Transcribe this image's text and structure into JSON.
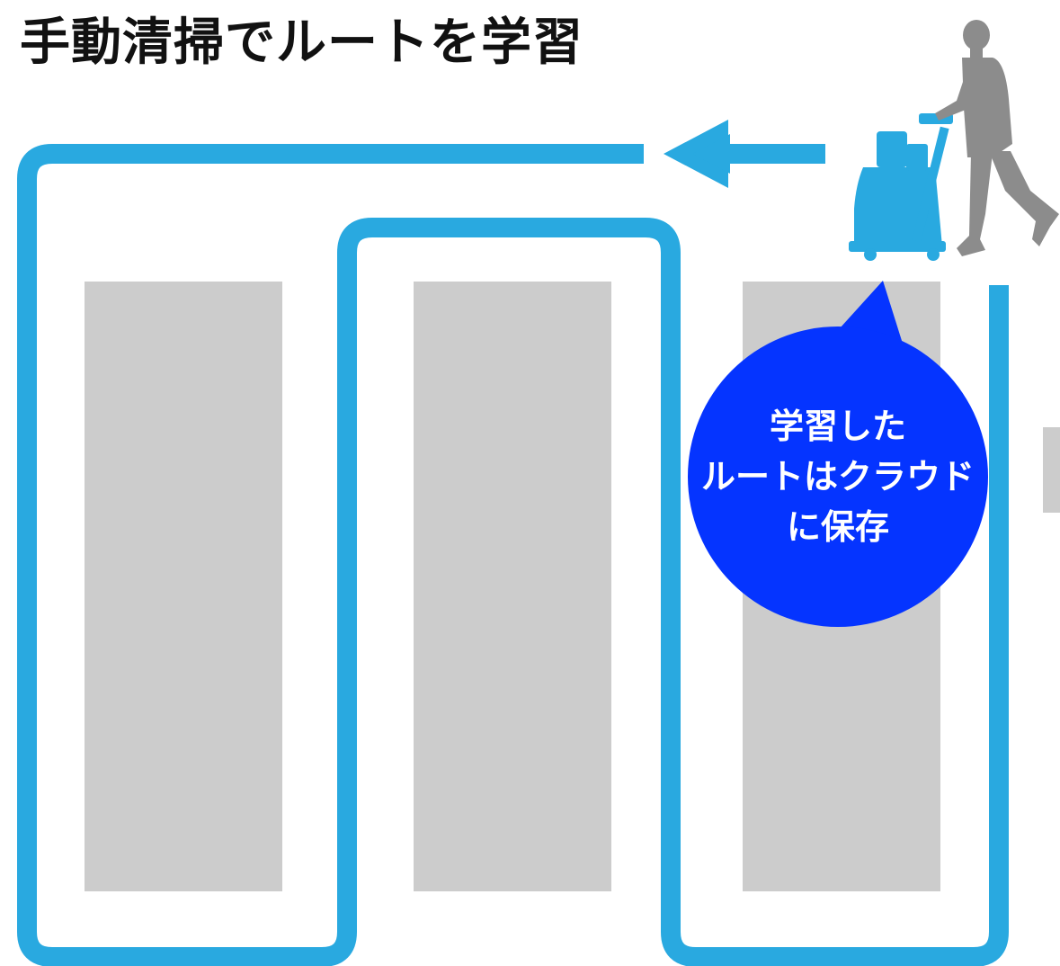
{
  "title": "手動清掃でルートを学習",
  "bubble": {
    "lines": [
      "学習した",
      "ルートはクラウド",
      "に保存"
    ]
  },
  "colors": {
    "route": "#29a9e0",
    "shelf": "#cccccc",
    "bubble": "#0534ff",
    "person": "#8c8c8c",
    "machine": "#29a9e0"
  },
  "icons": {
    "arrow": "left-arrow-icon",
    "person": "person-walking-icon",
    "machine": "floor-scrubber-icon"
  }
}
